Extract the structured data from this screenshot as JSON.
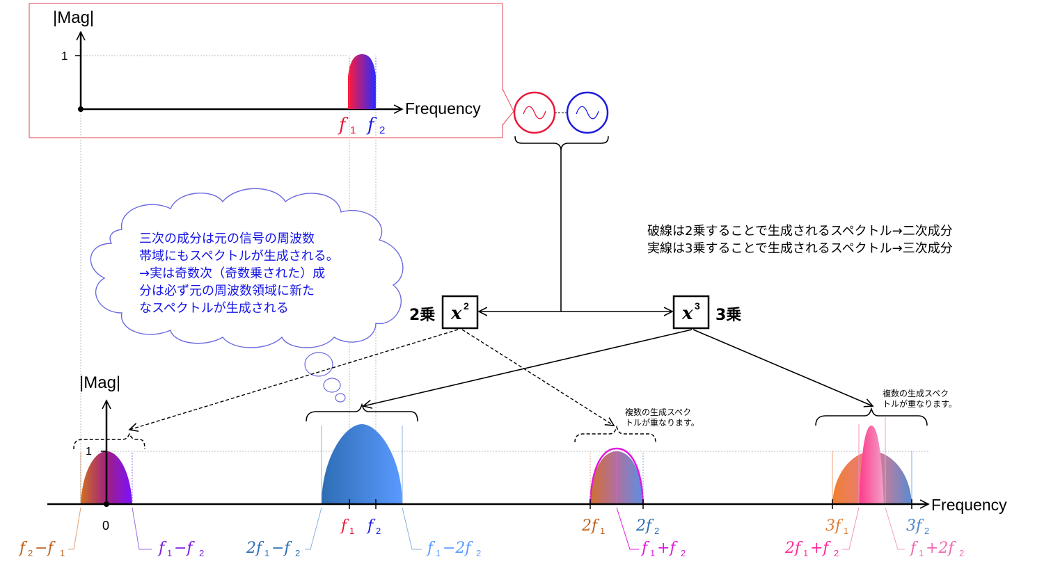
{
  "top_plot": {
    "ylabel": "|Mag|",
    "ytick": "1",
    "xlabel": "Frequency",
    "f1": "f",
    "f1_sub": "1",
    "f2": "f",
    "f2_sub": "2"
  },
  "operators": {
    "square_symbol": "x",
    "square_exp": "2",
    "square_label": "2乗",
    "cube_symbol": "x",
    "cube_exp": "3",
    "cube_label": "3乗"
  },
  "legend": {
    "line1": "破線は2乗することで生成されるスペクトル→二次成分",
    "line2": "実線は3乗することで生成されるスペクトル→三次成分"
  },
  "thought_bubble": {
    "line1": "三次の成分は元の信号の周波数",
    "line2": "帯域にもスペクトルが生成される。",
    "line3": "→実は奇数次（奇数乗された）成",
    "line4": "分は必ず元の周波数領域に新た",
    "line5": "なスペクトルが生成される"
  },
  "notes": {
    "overlap_a_1": "複数の生成スペク",
    "overlap_a_2": "トルが重なります。",
    "overlap_b_1": "複数の生成スペク",
    "overlap_b_2": "トルが重なります。"
  },
  "bottom_plot": {
    "ylabel": "|Mag|",
    "ytick": "1",
    "xlabel": "Frequency",
    "zero": "0",
    "labels": {
      "f2_minus_f1": [
        "f",
        "2",
        "−f",
        "1"
      ],
      "f1_minus_f2": [
        "f",
        "1",
        "−f",
        "2"
      ],
      "twof1_minus_f2": [
        "2f",
        "1",
        "−f",
        "2"
      ],
      "f1_minus_2f2": [
        "f",
        "1",
        "−2f",
        "2"
      ],
      "f1": [
        "f",
        "1"
      ],
      "f2": [
        "f",
        "2"
      ],
      "twof1": [
        "2f",
        "1"
      ],
      "twof2": [
        "2f",
        "2"
      ],
      "f1_plus_f2": [
        "f",
        "1",
        "+f",
        "2"
      ],
      "threef1": [
        "3f",
        "1"
      ],
      "threef2": [
        "3f",
        "2"
      ],
      "twof1_plus_f2": [
        "2f",
        "1",
        "+f",
        "2"
      ],
      "f1_plus_2f2": [
        "f",
        "1",
        "+2f",
        "2"
      ]
    }
  },
  "colors": {
    "red": "#e8173a",
    "blue": "#1a1adf",
    "brown": "#c0601a",
    "purple": "#7a1ae0",
    "steel": "#2e6db4",
    "lightblue": "#5b9bff",
    "magenta": "#e01ab8",
    "orange": "#e07a30",
    "pink": "#f06ab0",
    "paleblue": "#4a86c8",
    "boxred": "#e8606a",
    "text_blue": "#1414e6"
  }
}
